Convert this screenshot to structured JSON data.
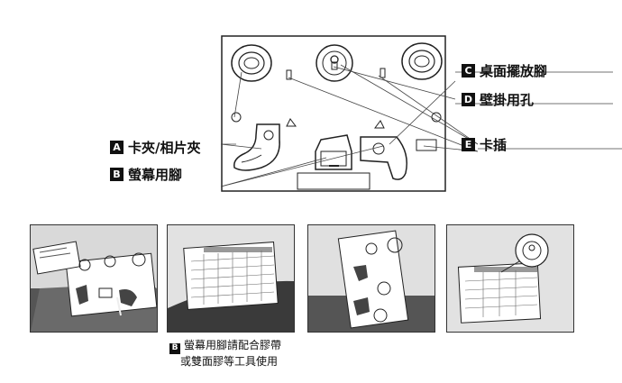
{
  "labels": {
    "a": {
      "badge": "A",
      "text": "卡夾/相片夾"
    },
    "b": {
      "badge": "B",
      "text": "螢幕用腳"
    },
    "c": {
      "badge": "C",
      "text": "桌面擺放腳"
    },
    "d": {
      "badge": "D",
      "text": "壁掛用孔"
    },
    "e": {
      "badge": "E",
      "text": "卡插"
    }
  },
  "note": {
    "badge": "B",
    "line1": "螢幕用腳請配合膠帶",
    "line2": "或雙面膠等工具使用"
  }
}
